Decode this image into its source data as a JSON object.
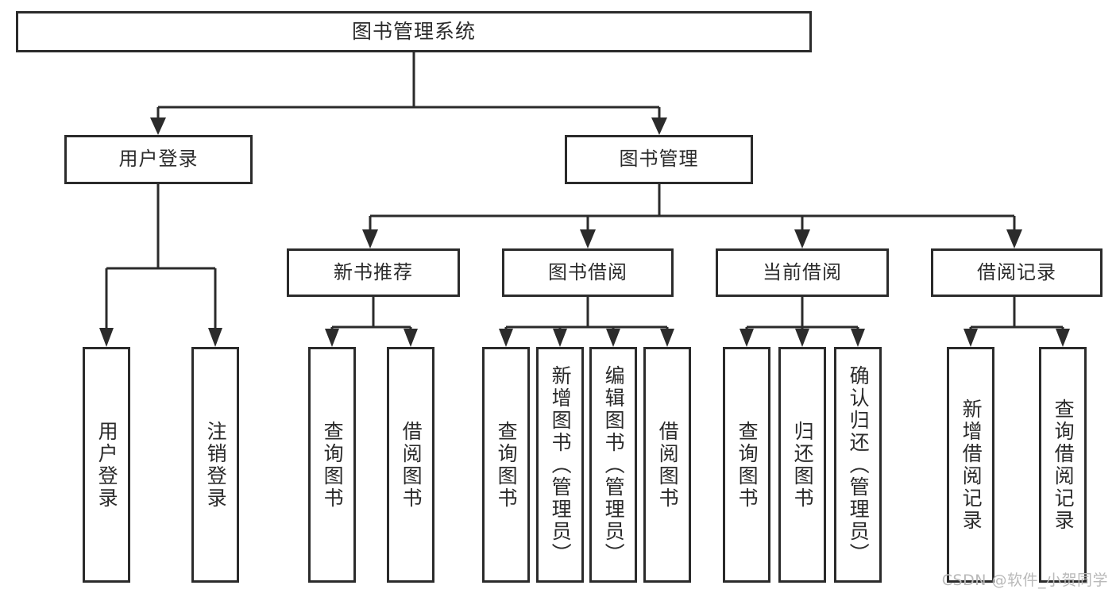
{
  "diagram": {
    "type": "tree",
    "title": "图书管理系统",
    "watermark": "CSDN @软件_小贺同学",
    "colors": {
      "stroke": "#2b2b2b",
      "fill": "#ffffff",
      "background": "#ffffff",
      "watermark": "#b9b9b9"
    },
    "nodes": {
      "root": {
        "label": "图书管理系统"
      },
      "level2": [
        {
          "id": "user-login",
          "label": "用户登录"
        },
        {
          "id": "book-manage",
          "label": "图书管理"
        }
      ],
      "level3": [
        {
          "id": "new-book-recommend",
          "label": "新书推荐"
        },
        {
          "id": "book-borrow",
          "label": "图书借阅"
        },
        {
          "id": "current-borrow",
          "label": "当前借阅"
        },
        {
          "id": "borrow-record",
          "label": "借阅记录"
        }
      ],
      "leaves": [
        {
          "id": "leaf-user-login",
          "parent": "user-login",
          "label": "用户登录"
        },
        {
          "id": "leaf-logout-login",
          "parent": "user-login",
          "label": "注销登录"
        },
        {
          "id": "leaf-query-book-1",
          "parent": "new-book-recommend",
          "label": "查询图书"
        },
        {
          "id": "leaf-borrow-book-1",
          "parent": "new-book-recommend",
          "label": "借阅图书"
        },
        {
          "id": "leaf-query-book-2",
          "parent": "book-borrow",
          "label": "查询图书"
        },
        {
          "id": "leaf-add-book-admin",
          "parent": "book-borrow",
          "label": "新增图书（管理员）"
        },
        {
          "id": "leaf-edit-book-admin",
          "parent": "book-borrow",
          "label": "编辑图书（管理员）"
        },
        {
          "id": "leaf-borrow-book-2",
          "parent": "book-borrow",
          "label": "借阅图书"
        },
        {
          "id": "leaf-query-book-3",
          "parent": "current-borrow",
          "label": "查询图书"
        },
        {
          "id": "leaf-return-book",
          "parent": "current-borrow",
          "label": "归还图书"
        },
        {
          "id": "leaf-confirm-return-admin",
          "parent": "current-borrow",
          "label": "确认归还（管理员）"
        },
        {
          "id": "leaf-add-borrow-record",
          "parent": "borrow-record",
          "label": "新增借阅记录"
        },
        {
          "id": "leaf-query-borrow-record",
          "parent": "borrow-record",
          "label": "查询借阅记录"
        }
      ]
    }
  }
}
